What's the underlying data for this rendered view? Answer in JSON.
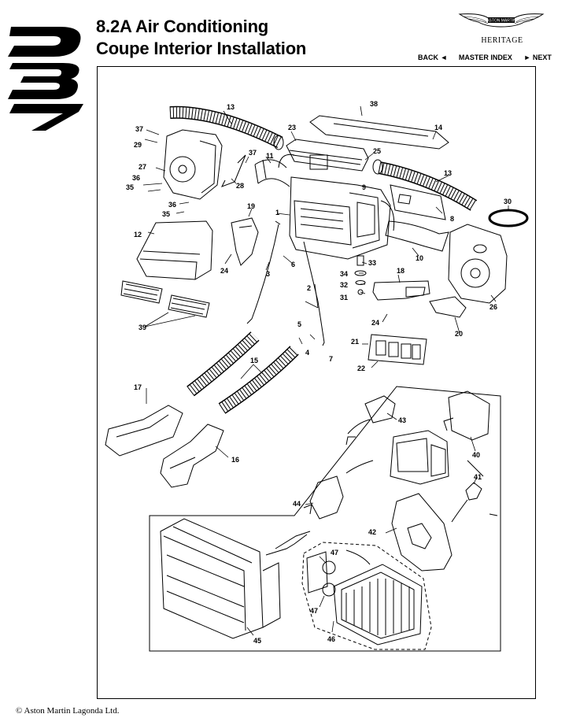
{
  "header": {
    "title_line1": "8.2A Air Conditioning",
    "title_line2": "Coupe Interior Installation",
    "brand_text": "ASTON MARTIN",
    "brand_sub": "HERITAGE",
    "logo_text": "DB7"
  },
  "nav": {
    "back": "BACK ◄",
    "master_index": "MASTER INDEX",
    "next": "► NEXT"
  },
  "footer": {
    "copyright": "© Aston Martin Lagonda Ltd."
  },
  "callouts": {
    "c1": "1",
    "c2": "2",
    "c3": "3",
    "c4": "4",
    "c5": "5",
    "c6": "6",
    "c7": "7",
    "c8": "8",
    "c9": "9",
    "c10": "10",
    "c11": "11",
    "c12": "12",
    "c13a": "13",
    "c13b": "13",
    "c14": "14",
    "c15": "15",
    "c16": "16",
    "c17": "17",
    "c18": "18",
    "c19": "19",
    "c20": "20",
    "c21": "21",
    "c22": "22",
    "c23": "23",
    "c24a": "24",
    "c24b": "24",
    "c25": "25",
    "c26": "26",
    "c27": "27",
    "c28": "28",
    "c29": "29",
    "c30": "30",
    "c31": "31",
    "c32": "32",
    "c33": "33",
    "c34": "34",
    "c35a": "35",
    "c35b": "35",
    "c36a": "36",
    "c36b": "36",
    "c37a": "37",
    "c37b": "37",
    "c38": "38",
    "c39": "39",
    "c40": "40",
    "c41": "41",
    "c42": "42",
    "c43": "43",
    "c44": "44",
    "c45": "45",
    "c46": "46",
    "c47a": "47",
    "c47b": "47"
  }
}
